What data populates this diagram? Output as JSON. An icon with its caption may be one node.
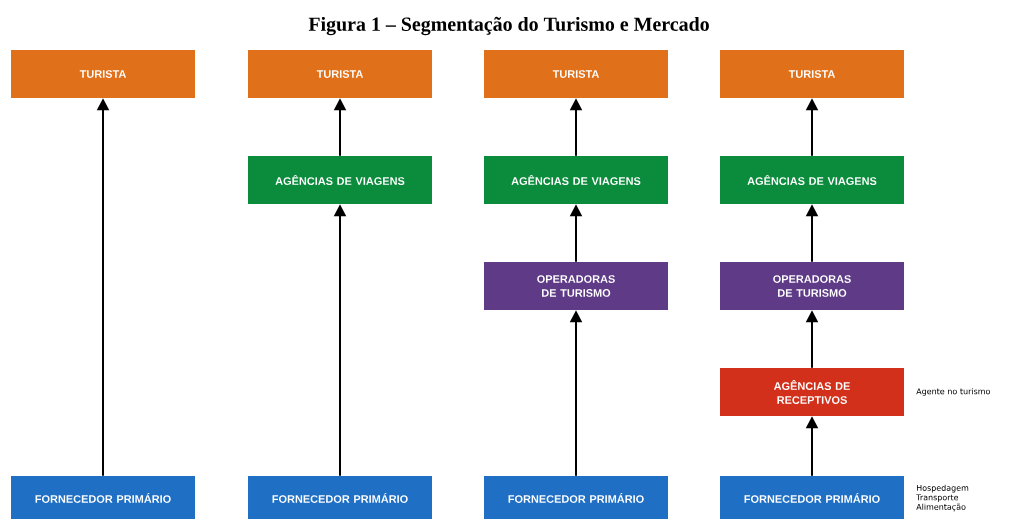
{
  "diagram": {
    "title": "Figura 1 – Segmentação do Turismo e Mercado",
    "nodes": [
      {
        "text": [
          "TURISTA"
        ]
      },
      {
        "text": [
          "FORNECEDOR PRIMÁRIO"
        ]
      },
      {
        "text": [
          "TURISTA"
        ]
      },
      {
        "text": [
          "AGÊNCIAS DE VIAGENS"
        ]
      },
      {
        "text": [
          "FORNECEDOR PRIMÁRIO"
        ]
      },
      {
        "text": [
          "TURISTA"
        ]
      },
      {
        "text": [
          "AGÊNCIAS DE VIAGENS"
        ]
      },
      {
        "text": [
          "OPERADORAS DE TURISMO"
        ]
      },
      {
        "text": [
          "FORNECEDOR PRIMÁRIO"
        ]
      },
      {
        "text": [
          "TURISTA"
        ]
      },
      {
        "text": [
          "AGÊNCIAS DE VIAGENS"
        ]
      },
      {
        "text": [
          "OPERADORAS DE TURISMO"
        ]
      },
      {
        "text": [
          "AGÊNCIAS DE RECEPTIVOS"
        ],
        "beside": [
          "Agente no turismo"
        ]
      },
      {
        "text": [
          "FORNECEDOR PRIMÁRIO"
        ],
        "beside": [
          "Hospedagem",
          "Transporte",
          "Alimentação"
        ]
      }
    ],
    "edges": [
      {
        "from": 1,
        "to": 0,
        "arrow": "to"
      },
      {
        "from": 4,
        "to": 3,
        "arrow": "to"
      },
      {
        "from": 3,
        "to": 2,
        "arrow": "to"
      },
      {
        "from": 8,
        "to": 7,
        "arrow": "to"
      },
      {
        "from": 7,
        "to": 6,
        "arrow": "to"
      },
      {
        "from": 6,
        "to": 5,
        "arrow": "to"
      },
      {
        "from": 13,
        "to": 12,
        "arrow": "to"
      },
      {
        "from": 12,
        "to": 11,
        "arrow": "to"
      },
      {
        "from": 11,
        "to": 10,
        "arrow": "to"
      },
      {
        "from": 10,
        "to": 9,
        "arrow": "to"
      }
    ]
  }
}
